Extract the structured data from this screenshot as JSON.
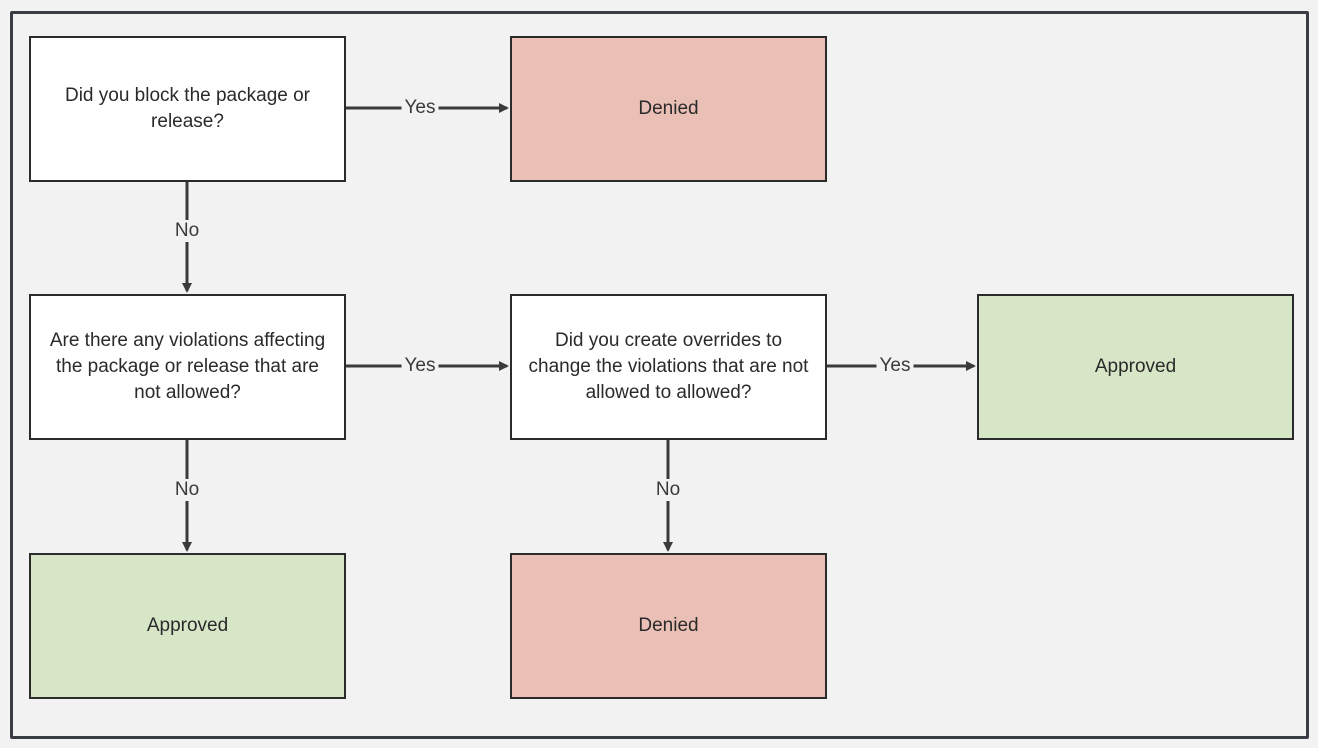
{
  "nodes": {
    "q1": "Did you block the package or release?",
    "denied_top": "Denied",
    "q2": "Are there any violations affecting the package or release that are not allowed?",
    "q3": "Did you create overrides to change the violations that are not allowed to allowed?",
    "approved_right": "Approved",
    "approved_bottom": "Approved",
    "denied_bottom": "Denied"
  },
  "edges": {
    "q1_yes": "Yes",
    "q1_no": "No",
    "q2_yes": "Yes",
    "q2_no": "No",
    "q3_yes": "Yes",
    "q3_no": "No"
  },
  "colors": {
    "denied": "#eabfb5",
    "approved": "#d8e6c8",
    "question": "#ffffff",
    "line": "#3a3a3a"
  }
}
